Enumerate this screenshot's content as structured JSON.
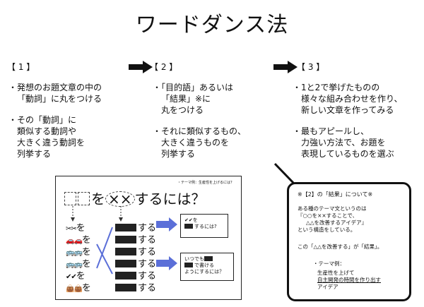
{
  "title": "ワードダンス法",
  "steps": [
    {
      "label": "【 1 】",
      "bullets": [
        {
          "line1": "・発想のお題文章の中の",
          "line2": "「動詞」に丸をつける"
        },
        {
          "line1": "・その「動詞」に",
          "line2": "類似する動詞や",
          "line3": "大きく違う動詞を",
          "line4": "列挙する"
        }
      ]
    },
    {
      "label": "【 2 】",
      "bullets": [
        {
          "line1": "・「目的語」あるいは",
          "line2": "「結果」※に",
          "line3": "丸をつける"
        },
        {
          "line1": "・それに類似するもの、",
          "line2": "大きく違うものを",
          "line3": "列挙する"
        }
      ]
    },
    {
      "label": "【 3 】",
      "bullets": [
        {
          "line1": "・1と2で挙げたものの",
          "line2": "様々な組み合わせを作り、",
          "line3": "新しい文章を作ってみる"
        },
        {
          "line1": "・最もアピールし、",
          "line2": "力強い方法で、お題を",
          "line3": "表現しているものを選ぶ"
        }
      ]
    }
  ],
  "figure": {
    "tag": "・テーマ例：生産性を上げるには？",
    "heading_mid": "を",
    "heading_xx": "××",
    "heading_end": "するには？",
    "left_rows": [
      {
        "glyph": "✂✂",
        "suffix": "を"
      },
      {
        "glyph": "🚗🚗",
        "suffix": "を"
      },
      {
        "glyph": "🚌🚌",
        "suffix": "を"
      },
      {
        "glyph": "🚌🚌",
        "suffix": "を"
      },
      {
        "glyph": "✔✔",
        "suffix": "を"
      },
      {
        "glyph": "👜👜",
        "suffix": "を"
      }
    ],
    "right_rows": [
      {
        "suffix": "する"
      },
      {
        "suffix": "する"
      },
      {
        "suffix": "する"
      },
      {
        "suffix": "する"
      },
      {
        "suffix": "する"
      },
      {
        "suffix": "する"
      }
    ],
    "note1": {
      "line1": "✔✔を",
      "line2": "するには?"
    },
    "note2": {
      "line1": "いつでも",
      "line2": "で書ける",
      "line3": "ようにするには？"
    }
  },
  "info_box": {
    "heading": "※【2】の「結果」について※",
    "p1_line1": "ある種のテーマ文というのは",
    "p1_line2": "『○○を××することで、",
    "p1_line3": "△△を改善するアイデア』",
    "p1_line4": "という構造をしている。",
    "p2": "この「△△を改善する」が「結果」。",
    "example_label": "・テーマ例：",
    "ex_line1": "生産性を上げて",
    "ex_line2": "自主開発の時間を作り出す",
    "ex_line3": "アイデア"
  }
}
